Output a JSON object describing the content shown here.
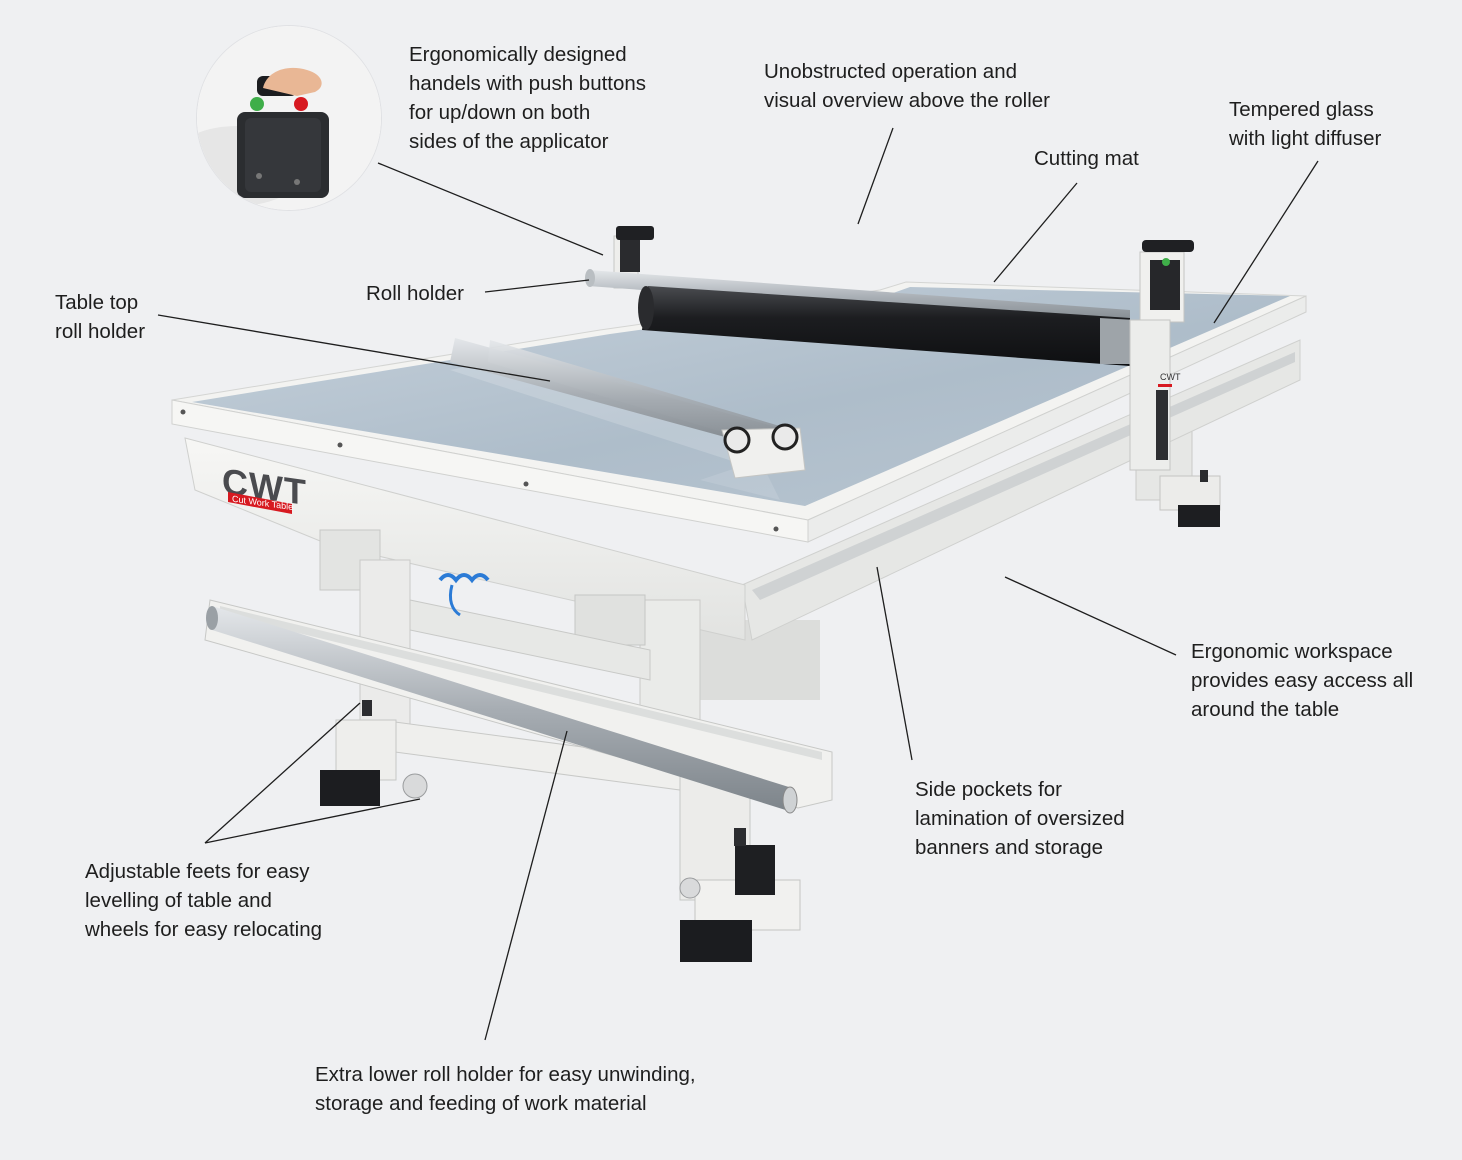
{
  "logo": {
    "mark": "CWT",
    "subtitle": "Cut Work Table"
  },
  "callouts": {
    "handles": [
      "Ergonomically designed",
      "handels with push buttons",
      "for up/down on both",
      "sides of the applicator"
    ],
    "unobstructed": [
      "Unobstructed operation and",
      "visual overview above the roller"
    ],
    "cutting_mat": [
      "Cutting mat"
    ],
    "tempered_glass": [
      "Tempered glass",
      "with light diffuser"
    ],
    "table_top_roll_holder": [
      "Table top",
      "roll holder"
    ],
    "roll_holder": [
      "Roll holder"
    ],
    "ergonomic_workspace": [
      "Ergonomic workspace",
      "provides easy access all",
      "around the table"
    ],
    "side_pockets": [
      "Side pockets for",
      "lamination of oversized",
      "banners and storage"
    ],
    "adjustable_feet": [
      "Adjustable feets for easy",
      "levelling of table and",
      "wheels for easy relocating"
    ],
    "lower_roll_holder": [
      "Extra lower roll holder for easy unwinding,",
      "storage and feeding of work material"
    ]
  },
  "colors": {
    "background": "#eff0f2",
    "glass": "#b4c2ce",
    "frame": "#f2f2f0",
    "roller": "#1c1d20",
    "accent": "#d71920",
    "text": "#1e1e1e"
  }
}
